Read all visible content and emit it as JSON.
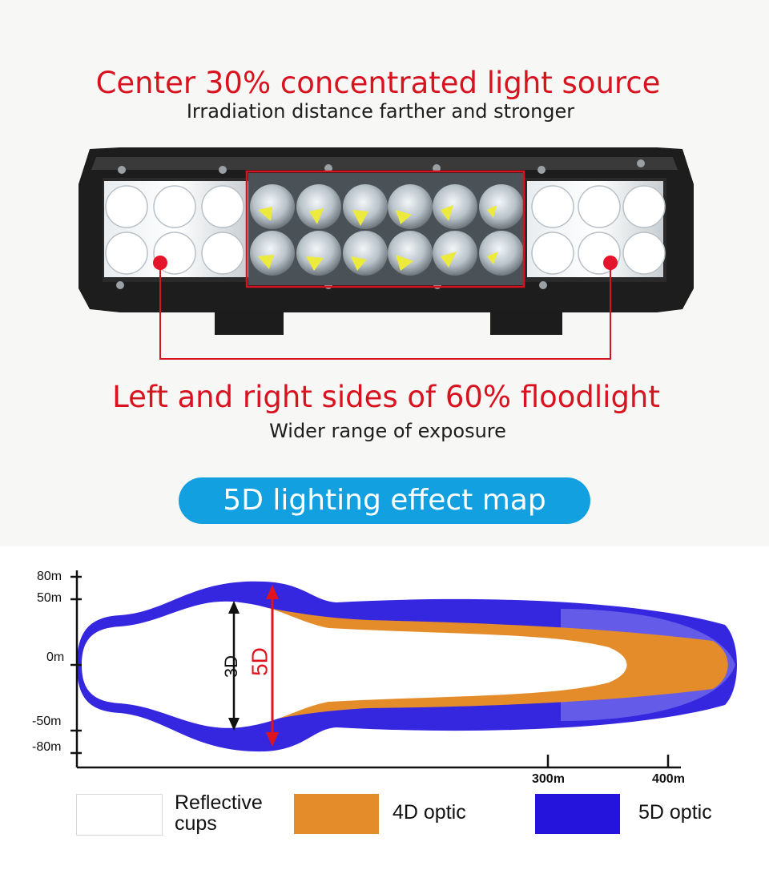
{
  "headline_center": "Center 30% concentrated light source",
  "subline_center": "Irradiation distance farther and stronger",
  "headline_sides": "Left and right sides of 60% floodlight",
  "subline_sides": "Wider range of exposure",
  "section_title": "5D lighting effect map",
  "diagram": {
    "y_ticks": [
      "80m",
      "50m",
      "0m",
      "-50m",
      "-80m"
    ],
    "x_ticks": [
      "300m",
      "400m"
    ],
    "beam_labels": {
      "inner": "3D",
      "outer": "5D"
    }
  },
  "legend": [
    {
      "label": "Reflective cups",
      "color": "#ffffff"
    },
    {
      "label": "4D optic",
      "color": "#e58c2a"
    },
    {
      "label": "5D optic",
      "color": "#2414dc"
    }
  ],
  "colors": {
    "accent_red": "#d9121f",
    "pill_blue": "#12a0e0",
    "orange_4d": "#e58c2a",
    "blue_5d": "#2414dc",
    "led_yellow": "#ecea3c"
  }
}
